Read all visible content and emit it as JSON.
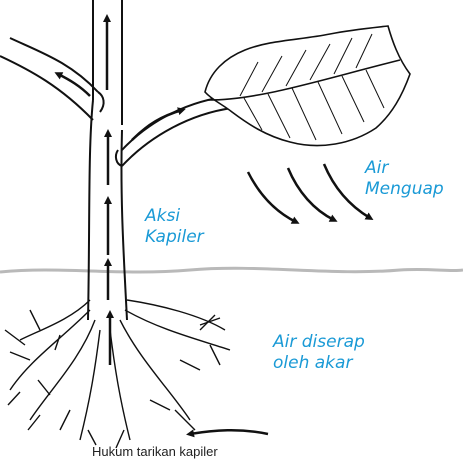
{
  "colors": {
    "accent": "#1a9ad6",
    "line": "#111111",
    "ground": "#b9b9b9"
  },
  "labels": {
    "evaporation_line1": "Air",
    "evaporation_line2": "Menguap",
    "capillary_line1": "Aksi",
    "capillary_line2": "Kapiler",
    "absorption_line1": "Air diserap",
    "absorption_line2": "oleh akar"
  },
  "caption": "Hukum tarikan kapiler"
}
